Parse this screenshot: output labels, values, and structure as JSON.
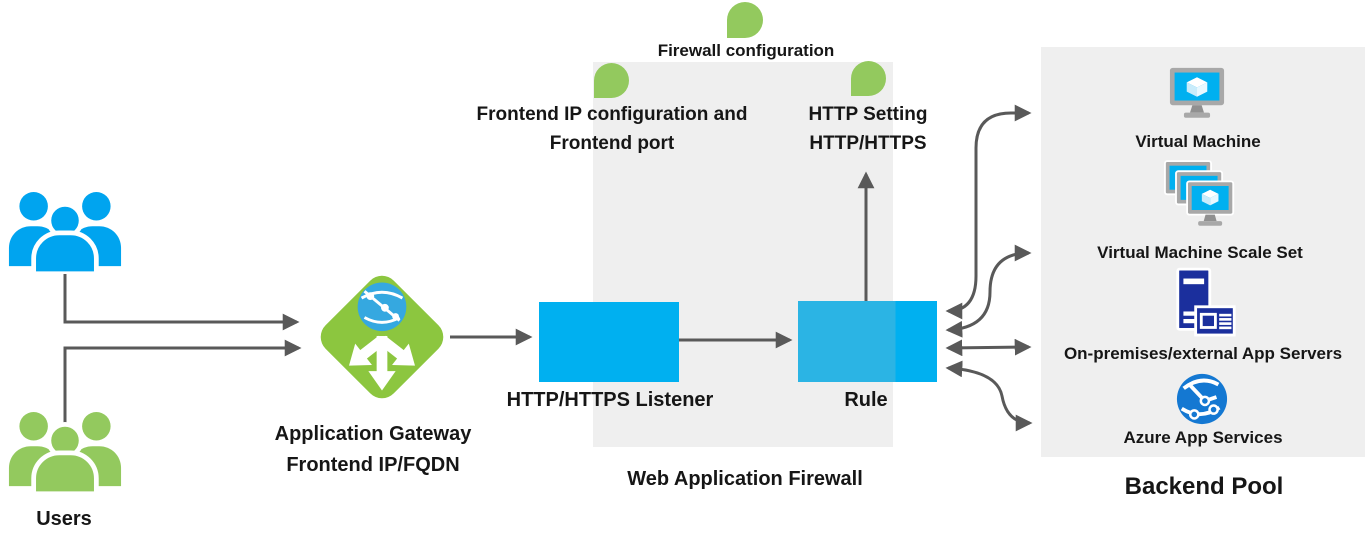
{
  "title": "Application Gateway with Web Application Firewall diagram",
  "colors": {
    "accent_cyan": "#00b0f0",
    "cyan_overlap": "#2bb4e4",
    "green_icon": "#8cc63f",
    "green_dot": "#93c95e",
    "green_users": "#93c95e",
    "blue_users": "#00a4ef",
    "region_gray": "#efefef",
    "arrow_gray": "#595959",
    "navy_server": "#1b2f9d",
    "app_service_blue": "#1478d2",
    "monitor_frame_gray": "#a8a8a8",
    "text": "#161616"
  },
  "callouts": {
    "firewall_configuration": "Firewall configuration",
    "frontend_ip_line1": "Frontend IP configuration and",
    "frontend_ip_line2": "Frontend port",
    "http_setting_line1": "HTTP Setting",
    "http_setting_line2": "HTTP/HTTPS"
  },
  "nodes": {
    "users": "Users",
    "app_gateway_line1": "Application Gateway",
    "app_gateway_line2": "Frontend IP/FQDN",
    "listener": "HTTP/HTTPS Listener",
    "rule": "Rule",
    "waf_region": "Web Application Firewall"
  },
  "backend": {
    "title": "Backend Pool",
    "items": [
      {
        "icon": "virtual-machine-icon",
        "label": "Virtual Machine"
      },
      {
        "icon": "vm-scale-set-icon",
        "label": "Virtual Machine Scale Set"
      },
      {
        "icon": "onprem-app-servers-icon",
        "label": "On-premises/external App Servers"
      },
      {
        "icon": "azure-app-services-icon",
        "label": "Azure App Services"
      }
    ]
  },
  "icons": [
    "users-group-blue-icon",
    "users-group-green-icon",
    "application-gateway-icon",
    "callout-dot-icon",
    "virtual-machine-icon",
    "vm-scale-set-icon",
    "onprem-app-servers-icon",
    "azure-app-services-icon"
  ]
}
